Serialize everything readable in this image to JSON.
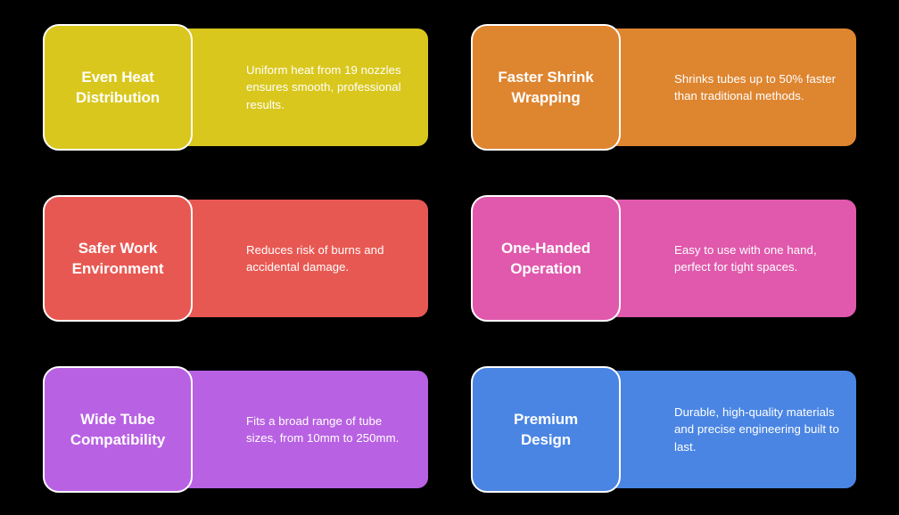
{
  "page": {
    "background_color": "#000000",
    "layout": "2-column 3-row feature card grid"
  },
  "features": [
    {
      "id": "even-heat-distribution",
      "title": "Even Heat\nDistribution",
      "description": "Uniform heat from 19 nozzles ensures smooth, professional results.",
      "color": "#D9C71D",
      "text_color": "#FFFFFF",
      "border_color": "#FFFFFF"
    },
    {
      "id": "faster-shrink-wrapping",
      "title": "Faster Shrink\nWrapping",
      "description": "Shrinks tubes up to 50% faster than traditional methods.",
      "color": "#DE8530",
      "text_color": "#FFFFFF",
      "border_color": "#FFFFFF"
    },
    {
      "id": "safer-work-environment",
      "title": "Safer Work\nEnvironment",
      "description": "Reduces risk of burns and accidental damage.",
      "color": "#E85852",
      "text_color": "#FFFFFF",
      "border_color": "#FFFFFF"
    },
    {
      "id": "one-handed-operation",
      "title": "One-Handed\nOperation",
      "description": "Easy to use with one hand, perfect for tight spaces.",
      "color": "#E059AC",
      "text_color": "#FFFFFF",
      "border_color": "#FFFFFF"
    },
    {
      "id": "wide-tube-compatibility",
      "title": "Wide Tube\nCompatibility",
      "description": "Fits a broad range of tube sizes, from 10mm to 250mm.",
      "color": "#B861E3",
      "text_color": "#FFFFFF",
      "border_color": "#FFFFFF"
    },
    {
      "id": "premium-design",
      "title": "Premium\nDesign",
      "description": "Durable, high-quality materials and precise engineering built to last.",
      "color": "#4A85E3",
      "text_color": "#FFFFFF",
      "border_color": "#FFFFFF"
    }
  ]
}
